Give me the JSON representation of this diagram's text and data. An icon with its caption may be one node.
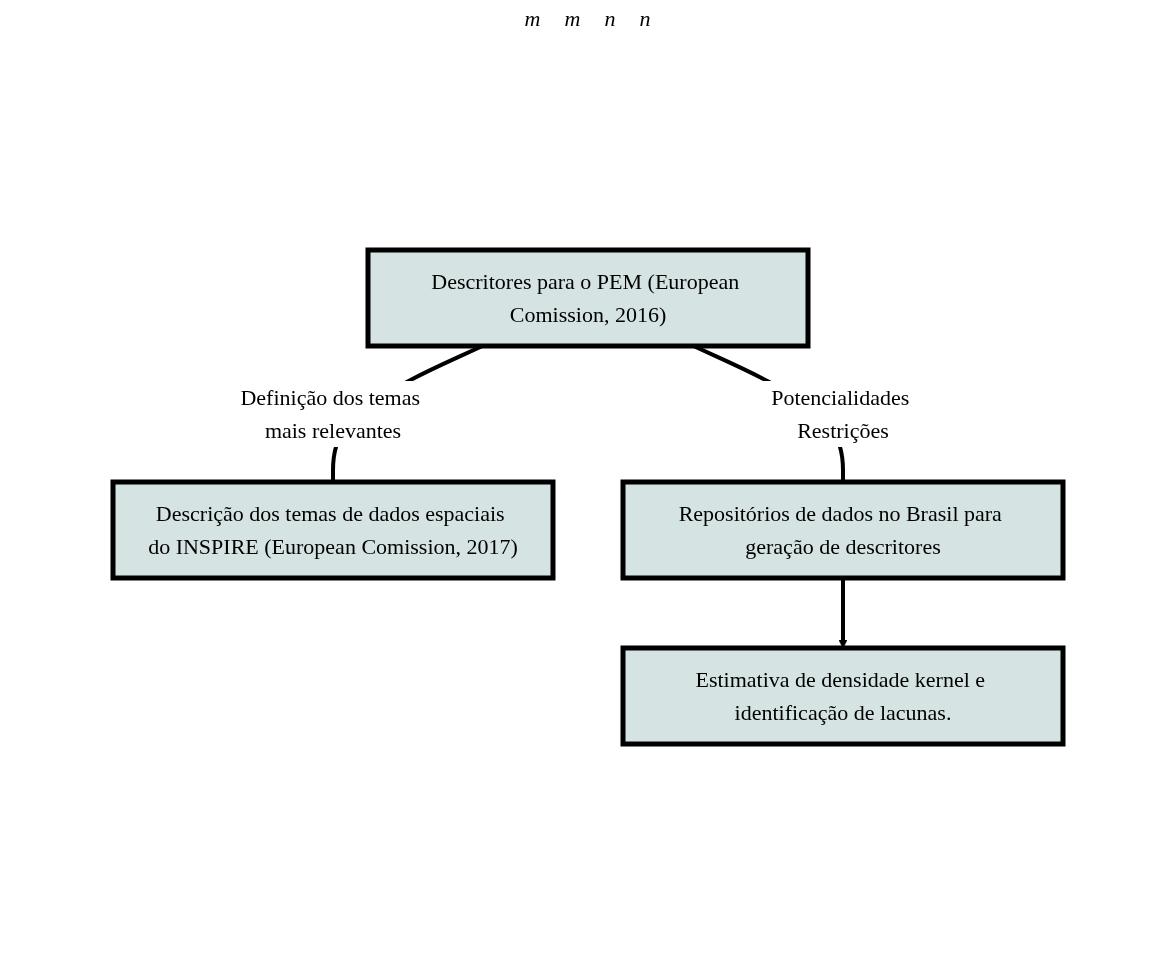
{
  "diagram": {
    "nodes": [
      {
        "text": [
          "Descritores para o PEM (European Comission, 2016)"
        ]
      },
      {
        "text": [
          "Descrição dos temas de dados espaciais do INSPIRE (European Comission, 2017)"
        ]
      },
      {
        "text": [
          "Repositórios de dados no Brasil para geração de descritores"
        ]
      },
      {
        "text": [
          "Estimativa de densidade kernel e identificação de lacunas."
        ]
      }
    ],
    "edges": [
      {
        "from": 0,
        "to": 1,
        "arrow": "none",
        "label": "Definição dos temas mais relevantes"
      },
      {
        "from": 0,
        "to": 2,
        "arrow": "none",
        "label": "Potencialidades Restrições"
      },
      {
        "from": 2,
        "to": 3,
        "arrow": "to"
      }
    ],
    "labels": [
      "m",
      "m",
      "n",
      "n"
    ]
  }
}
